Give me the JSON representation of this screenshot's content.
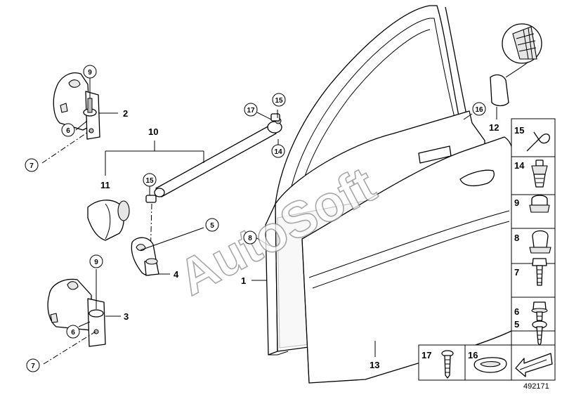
{
  "watermark": "AutoSoft",
  "diagram_id": "492171",
  "labels": {
    "door": "1",
    "hinge_upper": "2",
    "hinge_lower": "3",
    "check_link_bolt": "4",
    "check_link_screw": "5",
    "hinge_bolt_upper": "6",
    "hinge_bolt_lower": "6",
    "hinge_pin_upper": "7",
    "hinge_pin_lower": "7",
    "seal_left": "8",
    "nut_upper": "9",
    "nut_lower": "9",
    "check_link": "10",
    "check_cap": "11",
    "pad": "12",
    "door_panel": "13",
    "clip_a": "14",
    "clip_b": "15",
    "clip_top": "15",
    "trim_clip": "16",
    "screw_top": "17"
  },
  "sidebar_items": [
    {
      "label": "15",
      "icon": "spring-clip-icon"
    },
    {
      "label": "14",
      "icon": "push-clip-icon"
    },
    {
      "label": "9",
      "icon": "cap-nut-icon"
    },
    {
      "label": "8",
      "icon": "expansion-nut-icon"
    },
    {
      "label": "7",
      "icon": "hex-bolt-icon"
    },
    {
      "label": "6",
      "icon": "flange-bolt-icon"
    },
    {
      "label": "5",
      "icon": "pan-head-screw-icon"
    }
  ],
  "bottom_items": [
    {
      "label": "17",
      "icon": "torx-screw-icon"
    },
    {
      "label": "16",
      "icon": "grommet-icon"
    }
  ]
}
